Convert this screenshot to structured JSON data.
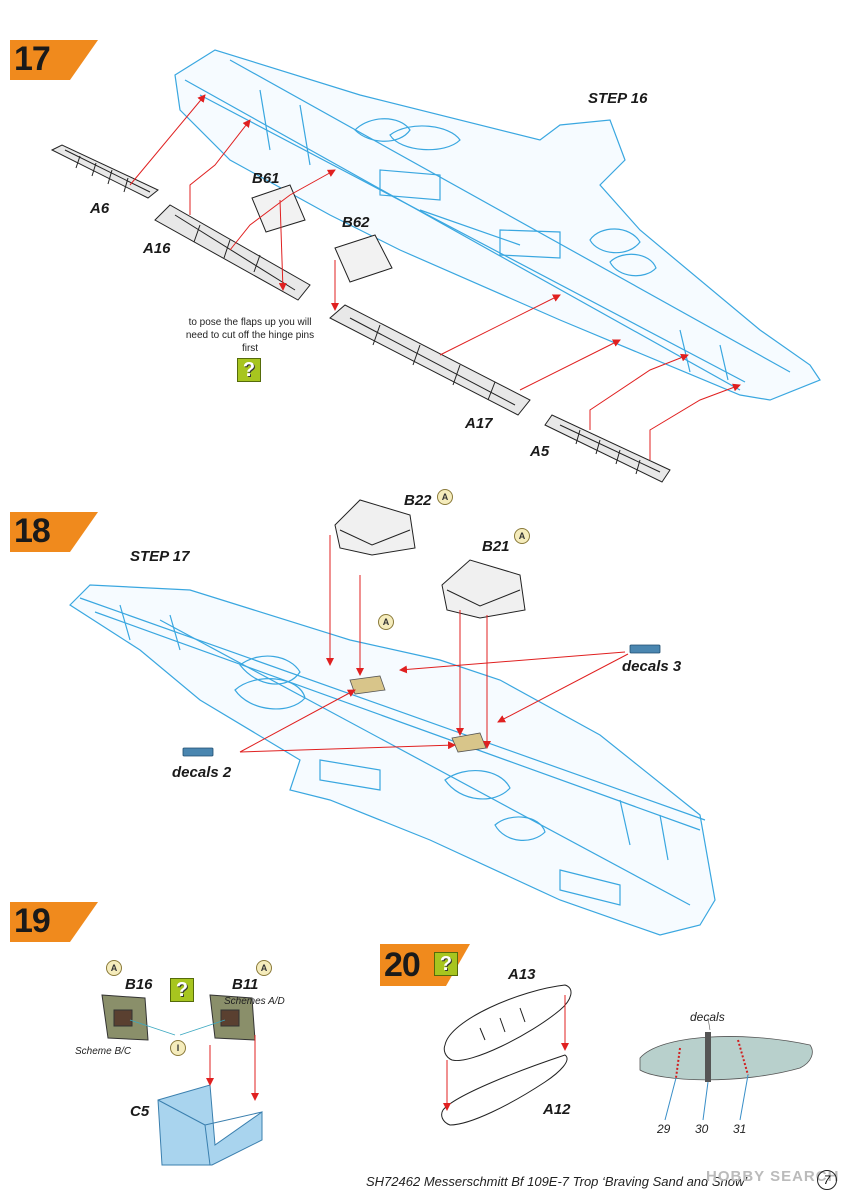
{
  "steps": {
    "s17": {
      "number": "17",
      "ref": "STEP 16",
      "parts": [
        "A6",
        "A16",
        "B61",
        "B62",
        "A17",
        "A5"
      ],
      "note": "to pose the flaps up you will need to cut off the hinge pins first"
    },
    "s18": {
      "number": "18",
      "ref": "STEP 17",
      "parts": [
        "B22",
        "B21"
      ],
      "decals_a": "decals 3",
      "decals_b": "decals 2"
    },
    "s19": {
      "number": "19",
      "parts": [
        "B16",
        "B11",
        "C5"
      ],
      "scheme_a": "Schemes A/D",
      "scheme_b": "Scheme B/C"
    },
    "s20": {
      "number": "20",
      "parts": [
        "A13",
        "A12"
      ],
      "decals_label": "decals",
      "decal_numbers": [
        "29",
        "30",
        "31"
      ]
    }
  },
  "help_glyph": "?",
  "paint_code": "A",
  "paint_code_alt": "I",
  "footer": "SH72462 Messerschmitt Bf 109E-7 Trop ‘Braving Sand and Snow’",
  "page_number": "7",
  "watermark": "HOBBY SEARCH",
  "colors": {
    "step_flag": "#f08a1d",
    "line_art": "#3aa7e0",
    "arrow": "#e02020",
    "help_box": "#a7c51f"
  }
}
